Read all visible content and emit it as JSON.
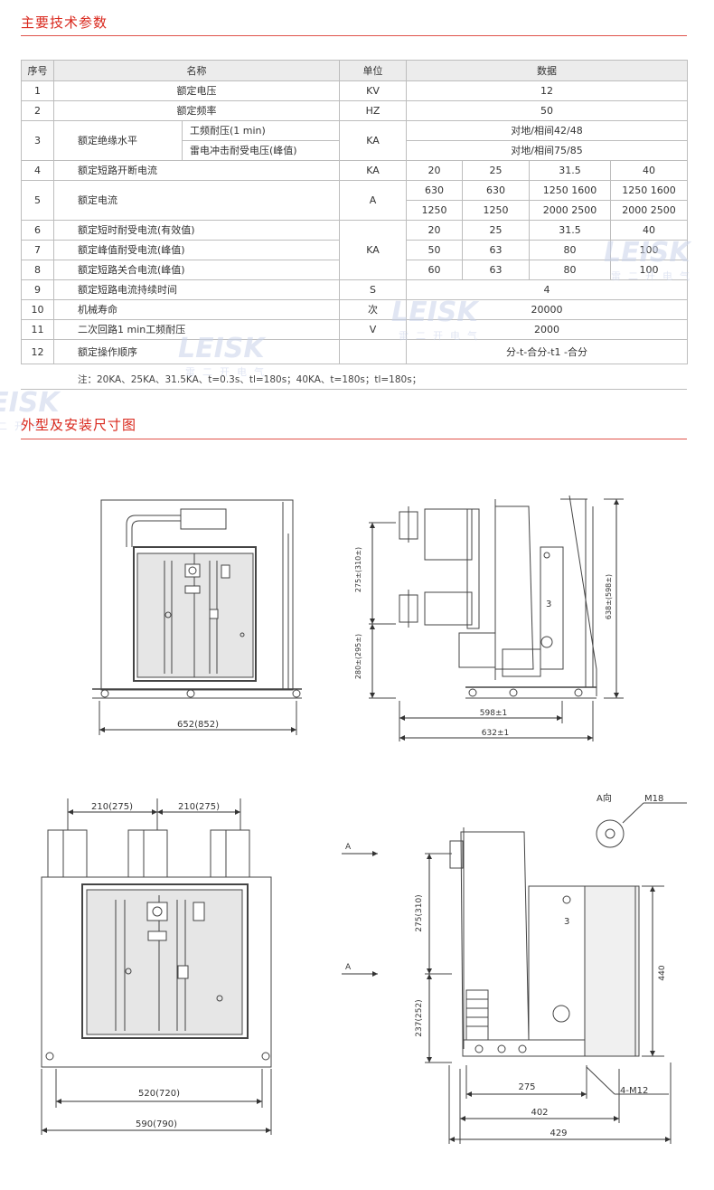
{
  "sections": {
    "params_title": "主要技术参数",
    "drawing_title": "外型及安装尺寸图"
  },
  "table": {
    "headers": [
      "序号",
      "名称",
      "单位",
      "数据"
    ],
    "rows": {
      "r1": {
        "no": "1",
        "name": "额定电压",
        "unit": "KV",
        "data": "12"
      },
      "r2": {
        "no": "2",
        "name": "额定频率",
        "unit": "HZ",
        "data": "50"
      },
      "r3": {
        "no": "3",
        "name": "额定绝缘水平",
        "sub1": "工频耐压(1 min)",
        "sub2": "雷电冲击耐受电压(峰值)",
        "unit": "KA",
        "data1": "对地/相间42/48",
        "data2": "对地/相间75/85"
      },
      "r4": {
        "no": "4",
        "name": "额定短路开断电流",
        "unit": "KA",
        "v": [
          "20",
          "25",
          "31.5",
          "40"
        ]
      },
      "r5": {
        "no": "5",
        "name": "额定电流",
        "unit": "A",
        "a": [
          "630",
          "630",
          "1250   1600",
          "1250   1600"
        ],
        "b": [
          "1250",
          "1250",
          "2000   2500",
          "2000   2500"
        ]
      },
      "r6": {
        "no": "6",
        "name": "额定短时耐受电流(有效值)",
        "unit": "KA",
        "v": [
          "20",
          "25",
          "31.5",
          "40"
        ]
      },
      "r7": {
        "no": "7",
        "name": "额定峰值耐受电流(峰值)",
        "v": [
          "50",
          "63",
          "80",
          "100"
        ]
      },
      "r8": {
        "no": "8",
        "name": "额定短路关合电流(峰值)",
        "v": [
          "60",
          "63",
          "80",
          "100"
        ]
      },
      "r9": {
        "no": "9",
        "name": "额定短路电流持续时间",
        "unit": "S",
        "data": "4"
      },
      "r10": {
        "no": "10",
        "name": "机械寿命",
        "unit": "次",
        "data": "20000"
      },
      "r11": {
        "no": "11",
        "name": "二次回路1 min工频耐压",
        "unit": "V",
        "data": "2000"
      },
      "r12": {
        "no": "12",
        "name": "额定操作顺序",
        "data": "分-t-合分-t1 -合分"
      }
    },
    "note": "注：20KA、25KA、31.5KA、t=0.3s、tl=180s；40KA、t=180s；tl=180s；"
  },
  "watermark": {
    "brand": "LEISK",
    "sub": "雷二开电气"
  },
  "drawing": {
    "dim_652": "652(852)",
    "dim_275v": "275±(310±)",
    "dim_280v": "280±(295±)",
    "dim_638": "638±(598±)",
    "label_3a": "3",
    "dim_598": "598±1",
    "dim_632": "632±1",
    "dim_210a": "210(275)",
    "dim_210b": "210(275)",
    "dim_520": "520(720)",
    "dim_590": "590(790)",
    "arrow_a1": "A",
    "arrow_a2": "A",
    "dim_275b": "275(310)",
    "dim_237": "237(252)",
    "label_3b": "3",
    "dim_440": "440",
    "dim_275h": "275",
    "dim_402": "402",
    "dim_429": "429",
    "label_4m12": "4-M12",
    "label_aview": "A向",
    "label_m18": "M18"
  }
}
